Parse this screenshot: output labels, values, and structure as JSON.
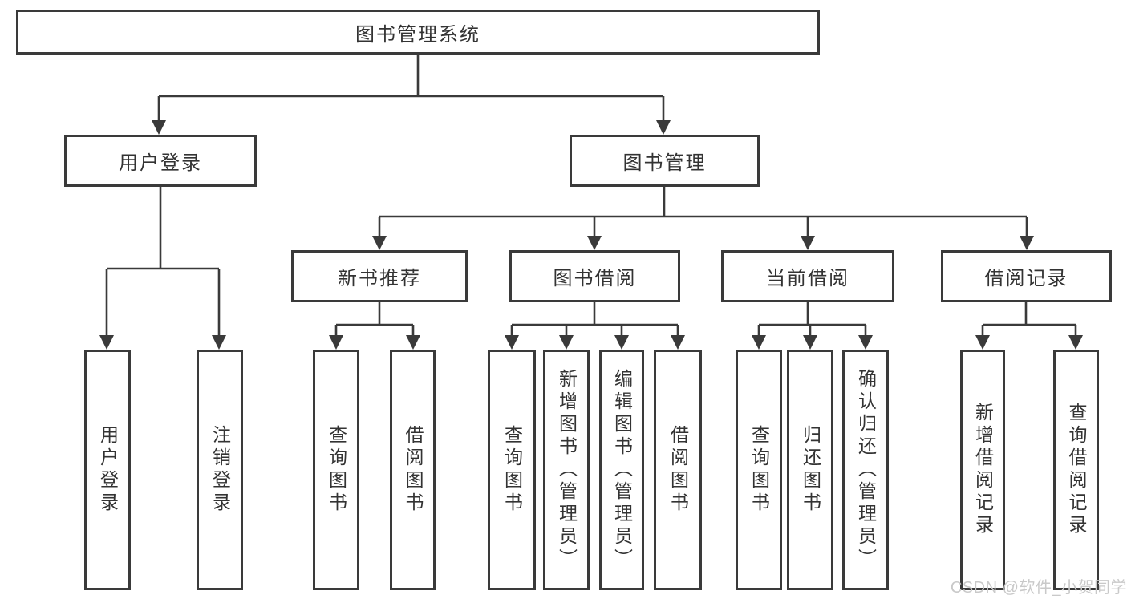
{
  "diagram": {
    "title": "图书管理系统",
    "nodes": {
      "root": "图书管理系统",
      "l2_user_login": "用户登录",
      "l2_book_mgmt": "图书管理",
      "l3_new_book_rec": "新书推荐",
      "l3_book_borrow": "图书借阅",
      "l3_current_borrow": "当前借阅",
      "l3_borrow_records": "借阅记录",
      "leaf_user_login": "用户登录",
      "leaf_logout": "注销登录",
      "leaf_rec_query_books": "查询图书",
      "leaf_rec_borrow_books": "借阅图书",
      "leaf_bb_query_books": "查询图书",
      "leaf_bb_add_books_admin": "新增图书（管理员）",
      "leaf_bb_edit_books_admin": "编辑图书（管理员）",
      "leaf_bb_borrow_books": "借阅图书",
      "leaf_cb_query_books": "查询图书",
      "leaf_cb_return_books": "归还图书",
      "leaf_cb_confirm_return_admin": "确认归还（管理员）",
      "leaf_br_add_record": "新增借阅记录",
      "leaf_br_query_record": "查询借阅记录"
    },
    "colors": {
      "line": "#3a3a3a",
      "box_border": "#3a3a3a",
      "text": "#333333",
      "watermark": "#c9c9c9",
      "background": "#ffffff"
    }
  },
  "watermark": "CSDN @软件_小贺同学"
}
